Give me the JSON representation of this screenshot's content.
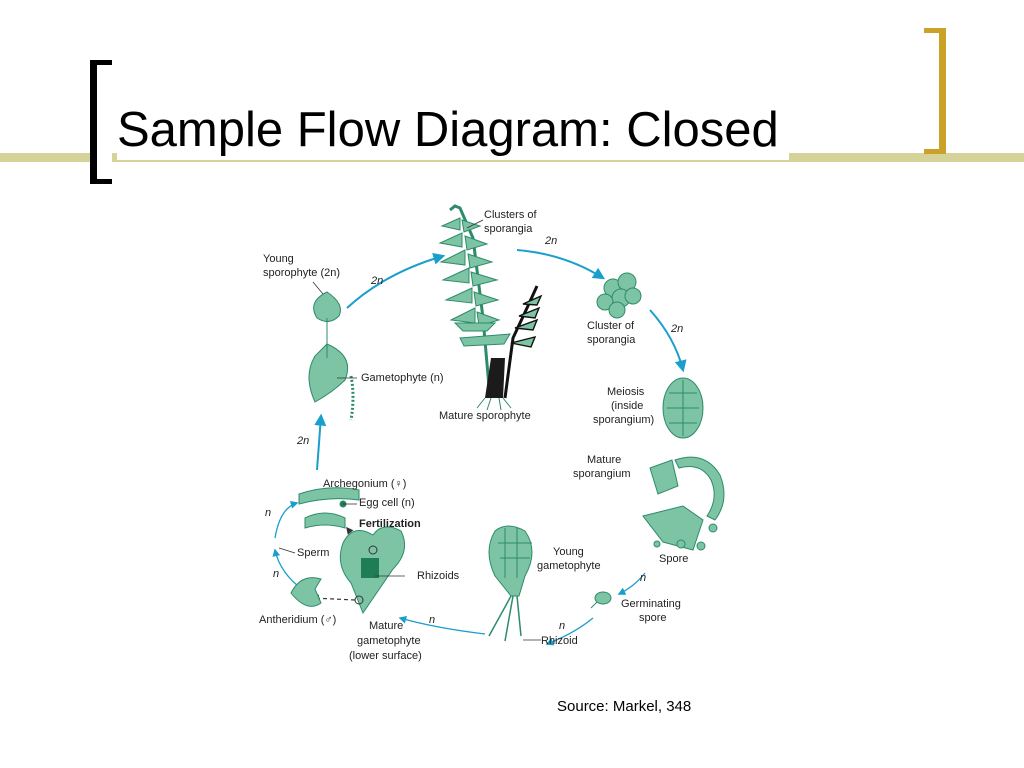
{
  "slide": {
    "title": "Sample Flow Diagram: Closed",
    "source": "Source: Markel, 348"
  },
  "colors": {
    "accent_gold": "#c9a227",
    "rule_olive": "#d6d39a",
    "arrow_blue": "#1a9fcc",
    "plant_green": "#7cc4a4",
    "plant_dark": "#2e8b6a"
  },
  "diagram": {
    "labels": {
      "clusters_top": [
        "Clusters of",
        "sporangia"
      ],
      "cluster_right": [
        "Cluster of",
        "sporangia"
      ],
      "meiosis": [
        "Meiosis",
        "(inside",
        "sporangium)"
      ],
      "mature_sporangium": [
        "Mature",
        "sporangium"
      ],
      "spore": "Spore",
      "germinating": [
        "Germinating",
        "spore"
      ],
      "rhizoid": "Rhizoid",
      "young_gametophyte": [
        "Young",
        "gametophyte"
      ],
      "mature_gametophyte": [
        "Mature",
        "gametophyte",
        "(lower surface)"
      ],
      "rhizoids": "Rhizoids",
      "fertilization": "Fertilization",
      "antheridium": "Antheridium (♂)",
      "sperm": "Sperm",
      "egg_cell": "Egg cell (n)",
      "archegonium": "Archegonium (♀)",
      "gametophyte": "Gametophyte (n)",
      "young_sporophyte": [
        "Young",
        "sporophyte (2n)"
      ],
      "mature_sporophyte": "Mature sporophyte"
    },
    "ploidy": {
      "top_left": "2n",
      "top_right": "2n",
      "right": "2n",
      "left": "2n",
      "n_spore": "n",
      "n_germ": "n",
      "n_bottom": "n",
      "n_left_top": "n",
      "n_left_bottom": "n"
    }
  }
}
